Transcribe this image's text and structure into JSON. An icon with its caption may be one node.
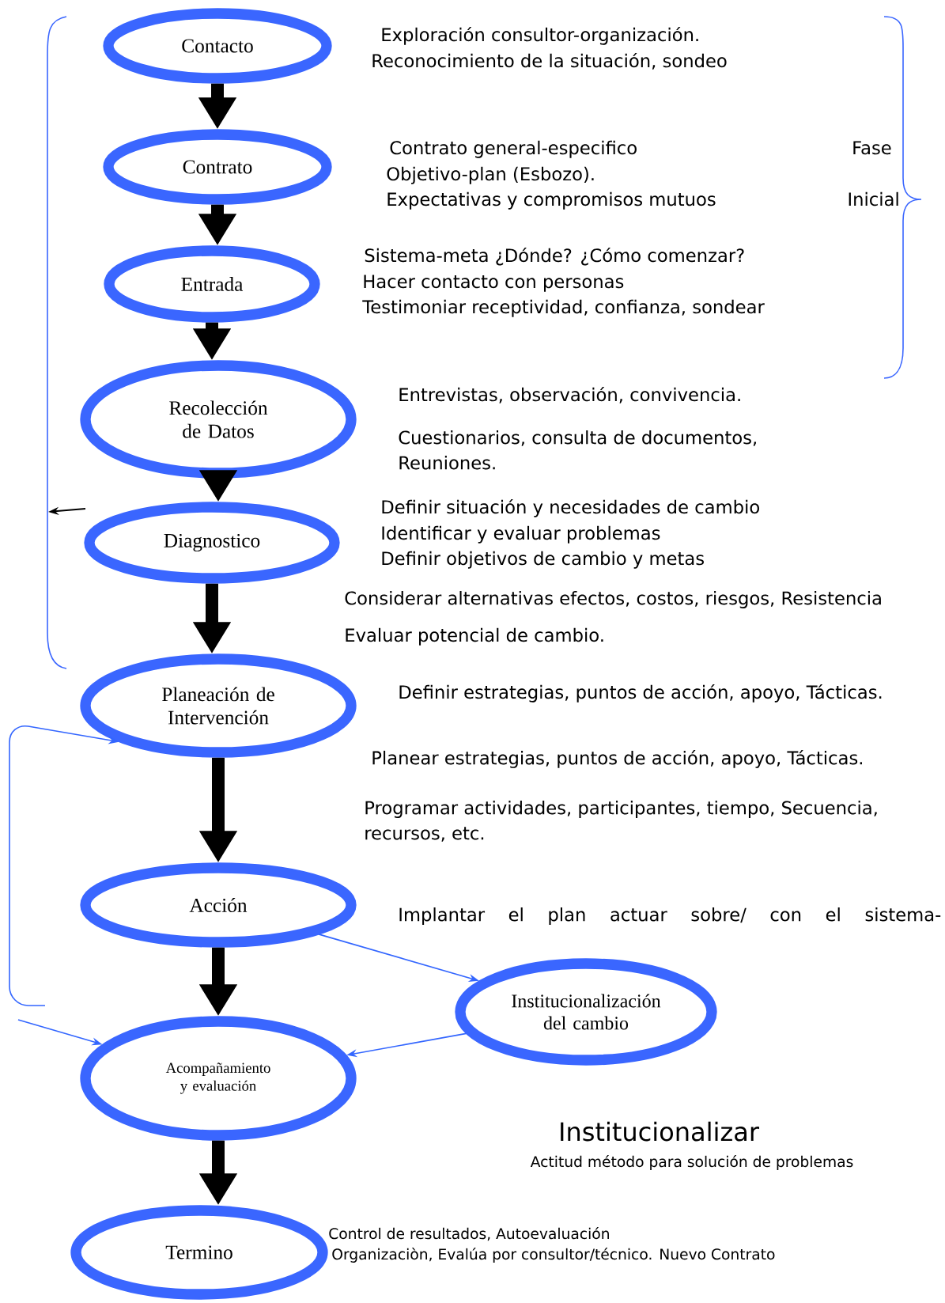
{
  "diagram": {
    "nodes": [
      {
        "text": [
          "Contacto"
        ],
        "beside": [
          "Exploración consultor-organización.",
          "Reconocimiento de la situación, sondeo"
        ]
      },
      {
        "text": [
          "Contrato"
        ],
        "beside": [
          "Contrato general-especifico",
          "Objetivo-plan (Esbozo).",
          "Expectativas y compromisos mutuos"
        ]
      },
      {
        "text": [
          "Entrada"
        ],
        "beside": [
          "Sistema-meta ¿Dónde? ¿Cómo comenzar?",
          "Hacer contacto con personas",
          "Testimoniar receptividad, confianza, sondear"
        ]
      },
      {
        "text": [
          "Recolección de Datos"
        ],
        "beside": [
          "Entrevistas, observación, convivencia.",
          "Cuestionarios, consulta de documentos, Reuniones."
        ]
      },
      {
        "text": [
          "Diagnostico"
        ],
        "beside": [
          "Definir situación y necesidades de cambio",
          "Identificar y evaluar problemas",
          "Definir objetivos de cambio y metas",
          "Considerar alternativas efectos, costos, riesgos, Resistencia",
          "Evaluar potencial de cambio."
        ]
      },
      {
        "text": [
          "Planeación de Intervención"
        ],
        "beside": [
          "Definir estrategias, puntos de acción, apoyo, Tácticas.",
          "Planear estrategias, puntos de acción, apoyo, Tácticas.",
          "Programar actividades, participantes, tiempo, Secuencia, recursos, etc."
        ]
      },
      {
        "text": [
          "Acción"
        ],
        "beside": [
          "Implantar el plan actuar sobre/ con el sistema-"
        ]
      },
      {
        "text": [
          "Institucionalización del cambio"
        ]
      },
      {
        "text": [
          "Acompañamiento y evaluación"
        ]
      },
      {
        "text": [
          "Termino"
        ],
        "beside": [
          "Control de resultados, Autoevaluación",
          "Organizaciòn, Evalúa por consultor/técnico. Nuevo Contrato"
        ]
      }
    ],
    "edges": [
      {
        "from": 0,
        "to": 1,
        "arrow": "to"
      },
      {
        "from": 1,
        "to": 2,
        "arrow": "to"
      },
      {
        "from": 2,
        "to": 3,
        "arrow": "to"
      },
      {
        "from": 3,
        "to": 4,
        "arrow": "to"
      },
      {
        "from": 4,
        "to": 5,
        "arrow": "to"
      },
      {
        "from": 5,
        "to": 6,
        "arrow": "to"
      },
      {
        "from": 6,
        "to": 8,
        "arrow": "to"
      },
      {
        "from": 8,
        "to": 9,
        "arrow": "to"
      },
      {
        "from": 6,
        "to": 7,
        "arrow": "to",
        "color": "#3366ff"
      },
      {
        "from": 7,
        "to": 8,
        "arrow": "to",
        "color": "#3366ff"
      },
      {
        "from": null,
        "to": 5,
        "arrow": "to",
        "color": "#3366ff"
      },
      {
        "from": null,
        "to": 8,
        "arrow": "to",
        "color": "#3366ff"
      }
    ],
    "labels": [
      "Fase",
      "Inicial",
      "Institucionalizar",
      "Actitud método para solución de problemas"
    ]
  }
}
